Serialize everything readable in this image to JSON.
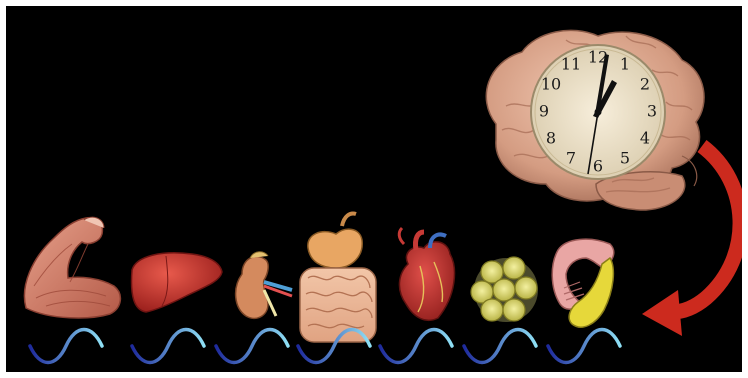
{
  "clock": {
    "numerals": [
      "12",
      "1",
      "2",
      "3",
      "4",
      "5",
      "6",
      "7",
      "8",
      "9",
      "10",
      "11"
    ],
    "face_color": "#efe4cc",
    "hand_color": "#111111"
  },
  "organs": [
    {
      "id": "muscle-icon"
    },
    {
      "id": "liver-icon"
    },
    {
      "id": "kidney-icon"
    },
    {
      "id": "digestive-tract-icon"
    },
    {
      "id": "heart-icon"
    },
    {
      "id": "fat-cells-icon"
    },
    {
      "id": "pancreas-icon"
    }
  ],
  "colors": {
    "background": "#000000",
    "arrow": "#cc2a1e",
    "brain": "#d9a48c",
    "wave_start": "#1e2a9c",
    "wave_end": "#7fd7ef"
  }
}
